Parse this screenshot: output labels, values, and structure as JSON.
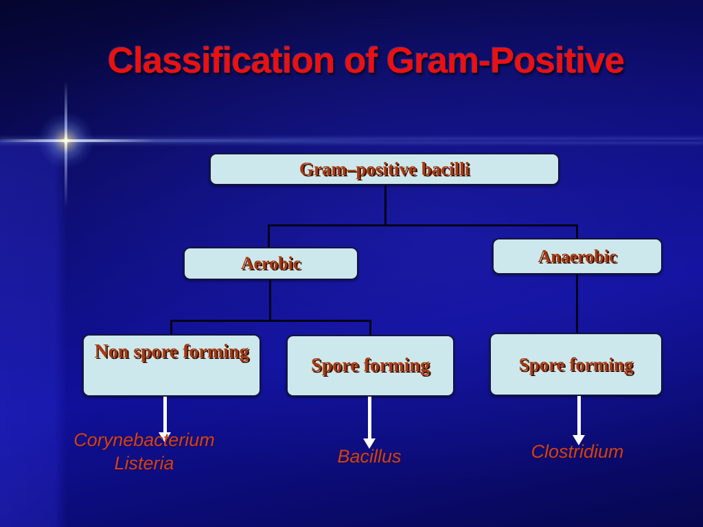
{
  "slide": {
    "title": "Classification of Gram-Positive"
  },
  "diagram": {
    "root": {
      "label": "Gram–positive bacilli"
    },
    "aerobic": {
      "label": "Aerobic"
    },
    "anaerobic": {
      "label": "Anaerobic"
    },
    "non_spore_forming": {
      "label": "Non spore forming"
    },
    "spore_forming_aerobic": {
      "label": "Spore forming"
    },
    "spore_forming_anaerobic": {
      "label": "Spore forming"
    },
    "examples": {
      "non_spore_forming": {
        "line1": "Corynebacterium",
        "line2": "Listeria"
      },
      "spore_forming_aerobic": {
        "line1": "Bacillus"
      },
      "spore_forming_anaerobic": {
        "line1": "Clostridium"
      }
    }
  },
  "colors": {
    "title": "#ec1010",
    "boxfill": "#cde8ec",
    "boxborder": "#14143c",
    "boxtext": "#a83a10",
    "example": "#ce421a",
    "conn": "#000018",
    "arrow": "#ffffff",
    "background": "#0e0e8c"
  }
}
